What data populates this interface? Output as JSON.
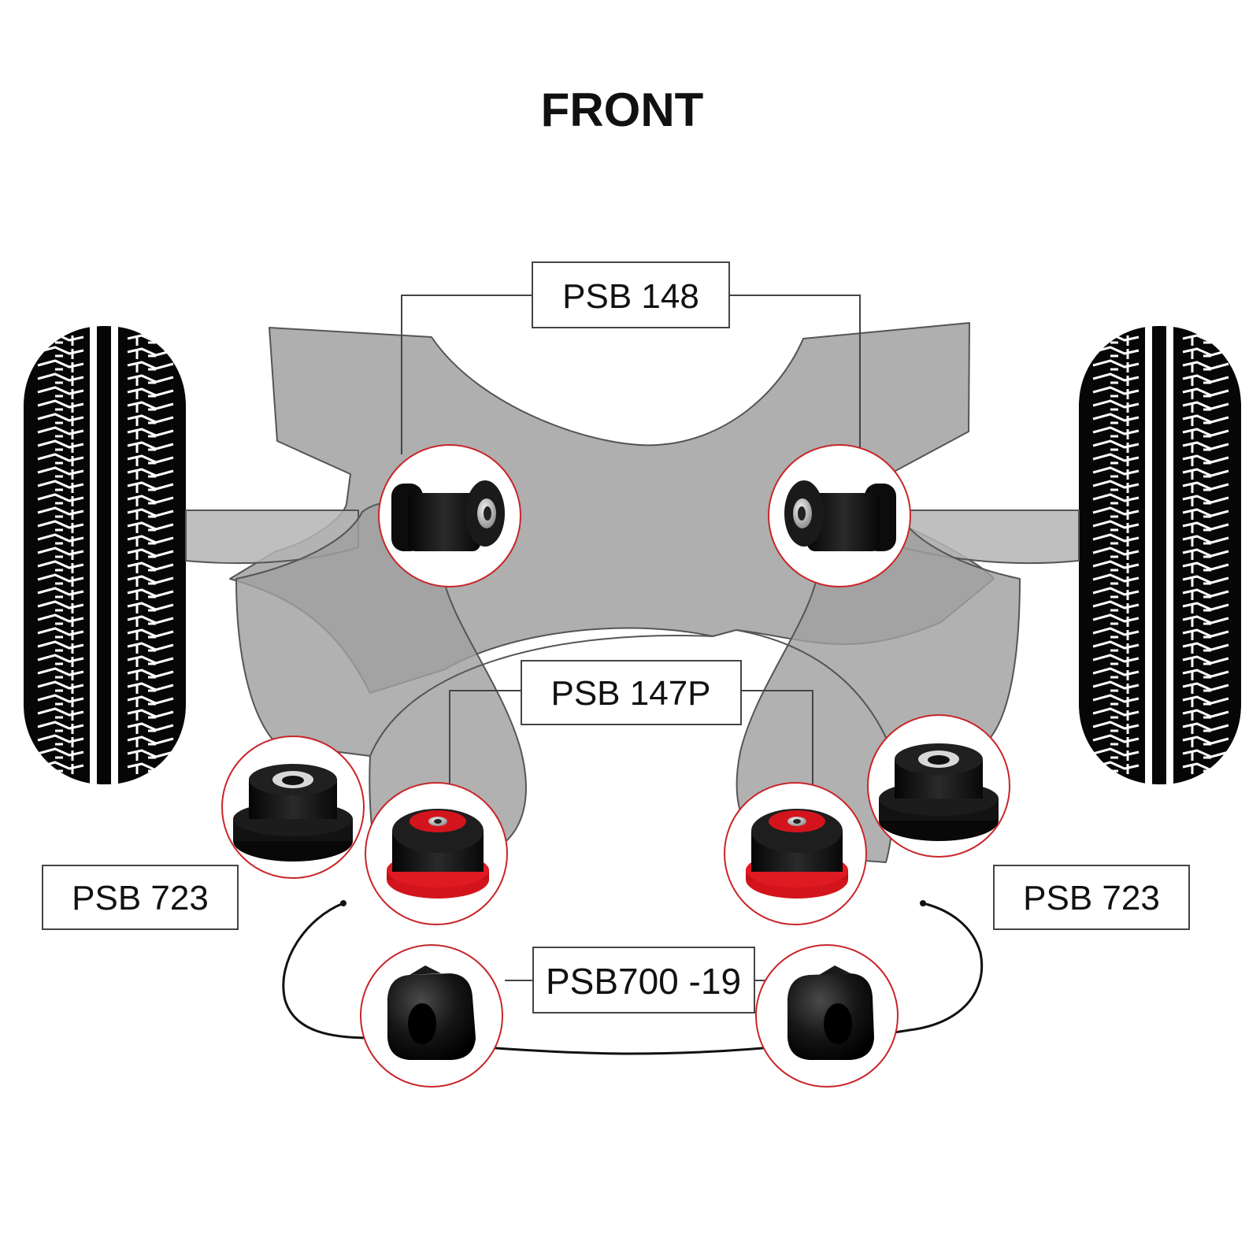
{
  "title": "FRONT",
  "colors": {
    "frame_fill": "#a6a6a6",
    "frame_stroke": "#555555",
    "callout_ring": "#c8262a",
    "label_border": "#444444",
    "bushing_black": "#151515",
    "bushing_red": "#d4141c",
    "metal_sleeve": "#bdbdbd"
  },
  "labels": {
    "upper_bushings": "PSB 148",
    "inner_bushings": "PSB 147P",
    "left_outer_bushing": "PSB 723",
    "right_outer_bushing": "PSB 723",
    "antiroll_bar_bushings": "PSB700 -19"
  },
  "icons": {
    "wheels": "tyre-tread-icon",
    "upper": "cylindrical-bushing-icon",
    "outer": "stepped-bushing-icon",
    "inner": "red-flanged-bushing-icon",
    "antiroll": "antiroll-bar-bushing-icon"
  }
}
